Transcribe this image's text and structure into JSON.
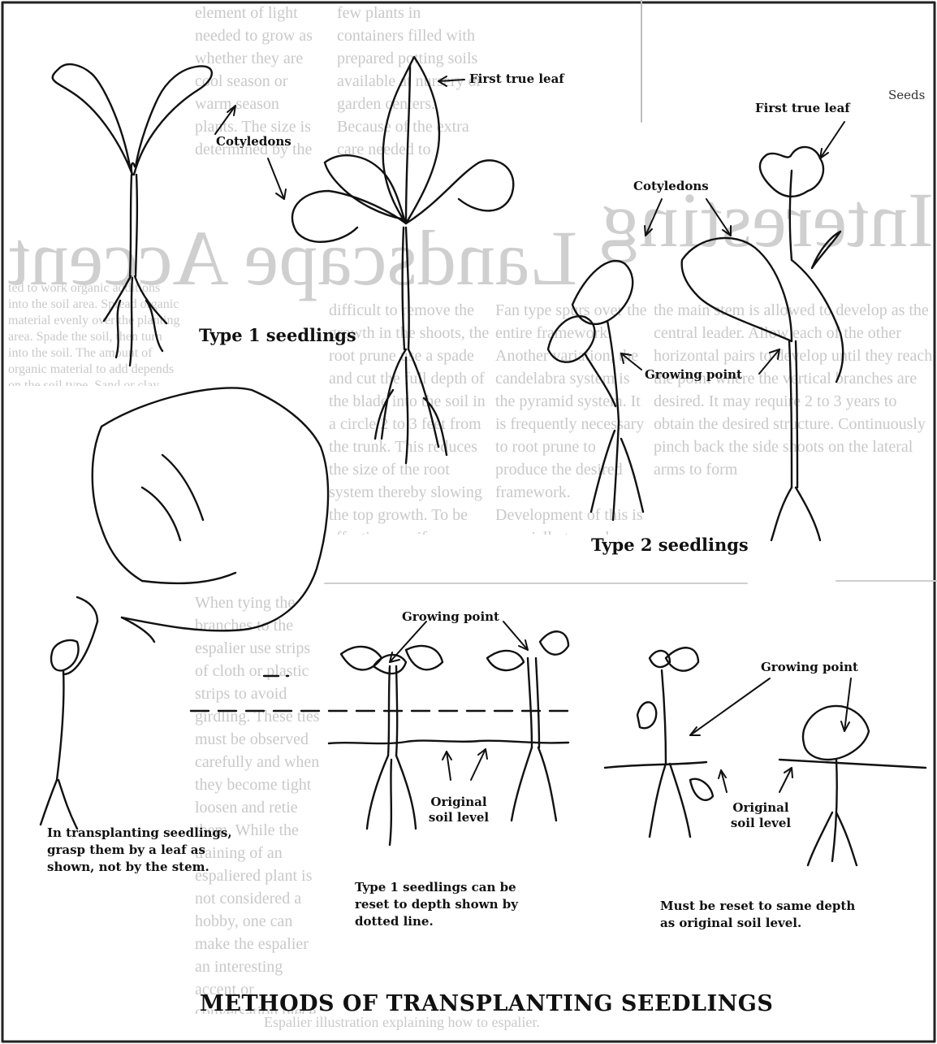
{
  "labels": {
    "first_true_leaf_1": "First true leaf",
    "first_true_leaf_2": "First true leaf",
    "cotyledons_1": "Cotyledons",
    "cotyledons_2": "Cotyledons",
    "type1_heading": "Type 1 seedlings",
    "type2_heading": "Type 2 seedlings",
    "growing_point_1": "Growing point",
    "growing_point_2": "Growing point",
    "growing_point_3": "Growing point",
    "original_soil_1": "Original soil level",
    "original_soil_2": "Original soil level",
    "seeds_fragment": "Seeds"
  },
  "notes": {
    "transplant_grasp": "In transplanting seedlings, grasp them by a leaf as shown, not by the stem.",
    "type1_reset": "Type 1 seedlings can be reset to depth shown by dotted line.",
    "type2_reset": "Must be reset to same depth as original soil level."
  },
  "title": "METHODS OF TRANSPLANTING SEEDLINGS",
  "bleed_through": {
    "heading_left": "Landscape Accent",
    "heading_right": "Interesting",
    "col_a": "difficult to remove the growth in the shoots, the root prune use a spade and cut the full depth of the blade into the soil in a circle 2 to 3 feet from the trunk. This reduces the size of the root system thereby slowing the top growth. To be effective a uniform balance of growth must be maintained over the entire plant. This requires constant attention and careful pruning.",
    "col_b": "Fan type spurs over the entire framework. Another variation, the candelabra system is the pyramid system. It is frequently necessary to root prune to produce the desired framework. Development of this is especially true where the soil is unusually fertile and it sometimes becomes",
    "col_c": "the main stem is allowed to develop as the central leader. Allow each of the other horizontal pairs to develop until they reach the point where the vertical branches are desired. It may require 2 to 3 years to obtain the desired structure. Continuously pinch back the side shoots on the lateral arms to form",
    "col_d": "When tying the branches to the espalier use strips of cloth or plastic strips to avoid girdling. These ties must be observed carefully and when they become tight loosen and retie them. While the training of an espaliered plant is not considered a hobby, one can make the espalier an interesting accent or conversation piece in the landscape. Keep a pair of pruning shears handy and use them almost every time you walk past the plant to remove any shoots growing where they",
    "col_e": "element of light needed to grow as whether they are cool season or warm season plants. The size is determined by the variety selected within a species. The available range in size is an important part of planning the size that fits your needs.",
    "col_f": "few plants in containers filled with prepared potting soils available at nursery or garden centers. Because of the extra care needed to produce these annuals from seed most gardeners buy annual plants.",
    "col_g": "ted to work organic additions into the soil area. Spread organic material evenly over the planting area. Spade the soil, then turn into the soil. The amount of organic material to add depends on the soil type. Sand or clay soils benefit water retention and drainage and will need more material.",
    "bottom_row": "Espalier illustration explaining how to espalier."
  }
}
